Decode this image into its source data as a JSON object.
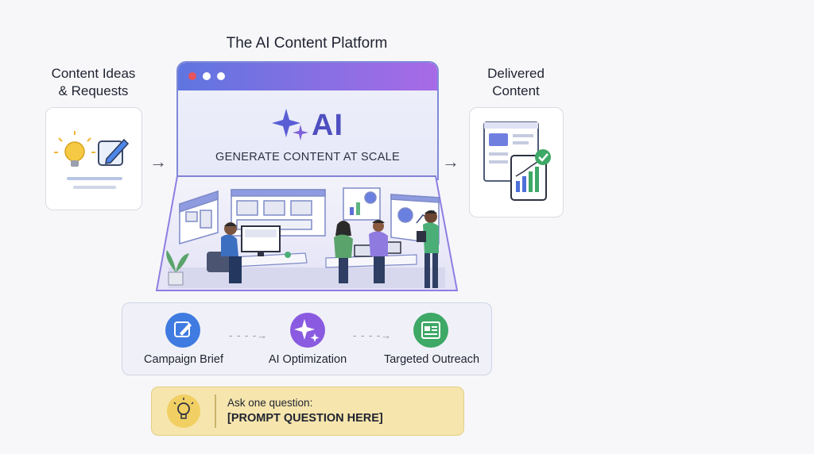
{
  "header": {
    "title": "The AI Content Platform"
  },
  "input": {
    "title_line1": "Content Ideas",
    "title_line2": "& Requests",
    "icons": [
      "lightbulb-icon",
      "pencil-edit-icon"
    ]
  },
  "platform": {
    "ai_label": "AI",
    "tagline": "GENERATE CONTENT AT SCALE",
    "icons": [
      "sparkle-icon"
    ]
  },
  "output": {
    "title_line1": "Delivered",
    "title_line2": "Content",
    "icons": [
      "document-icon",
      "tablet-chart-icon",
      "checkmark-icon"
    ]
  },
  "workflow": {
    "steps": [
      {
        "label": "Campaign Brief",
        "icon": "edit-cursor-icon",
        "color": "#3f7be0"
      },
      {
        "label": "AI Optimization",
        "icon": "sparkle-icon",
        "color": "#8a5be0"
      },
      {
        "label": "Targeted Outreach",
        "icon": "newsletter-icon",
        "color": "#3ea866"
      }
    ]
  },
  "prompt": {
    "label": "Ask one question:",
    "question": "[PROMPT QUESTION HERE]",
    "icon": "lightbulb-icon"
  },
  "colors": {
    "accent_blue": "#5f75e0",
    "accent_purple": "#a86ae6",
    "prompt_bg": "#f6e5ad",
    "success_green": "#3ea866"
  }
}
